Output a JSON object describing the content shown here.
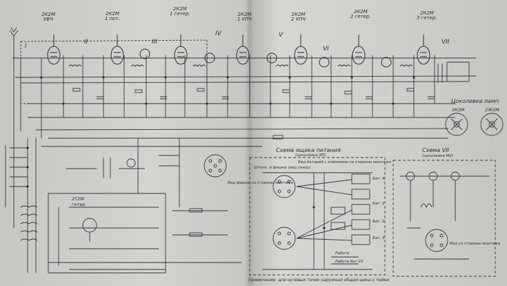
{
  "header_tubes": [
    {
      "label": "2К2М",
      "sub": "УВЧ"
    },
    {
      "label": "2К2М",
      "sub": "1 пот."
    },
    {
      "label": "2К2М",
      "sub": "1 гетер."
    },
    {
      "label": "2К2М",
      "sub": "1 УПЧ"
    },
    {
      "label": "2К2М",
      "sub": "2 УПЧ"
    },
    {
      "label": "2К2М",
      "sub": "2 гетер."
    },
    {
      "label": "2К2М",
      "sub": "3 гетер."
    }
  ],
  "stages": [
    "I",
    "II",
    "III",
    "IV",
    "V",
    "VI",
    "VII"
  ],
  "tube_base": {
    "title": "Цоколевка ламп",
    "left": "2К2М",
    "right": "2Ж2М"
  },
  "power_box": {
    "title": "Схема ящика питания",
    "subtitle": "(цоколевка ЯП)",
    "left_note": "Штепс. в фишке (вид снизу)",
    "top_note": "Вид батарей с клеммами со стороны монтажа",
    "batteries": [
      "Бат. 4",
      "Бат. 1",
      "Бат. 2",
      "Бат. 3"
    ],
    "bottom_labels": [
      "Работа",
      "Работа бат VII"
    ]
  },
  "scheme_vii": {
    "title": "Схема VII",
    "subtitle": "(цоколевка М2)",
    "side_note": "Вид со стороны монтажа"
  },
  "oscillator": {
    "title": "2Т2М",
    "sub": "гетер."
  },
  "aux_notes": [
    "Вид фишки со стороны монтажа"
  ],
  "footnote": "Примечание: для нулевых точек наружная общая шина с пойки"
}
